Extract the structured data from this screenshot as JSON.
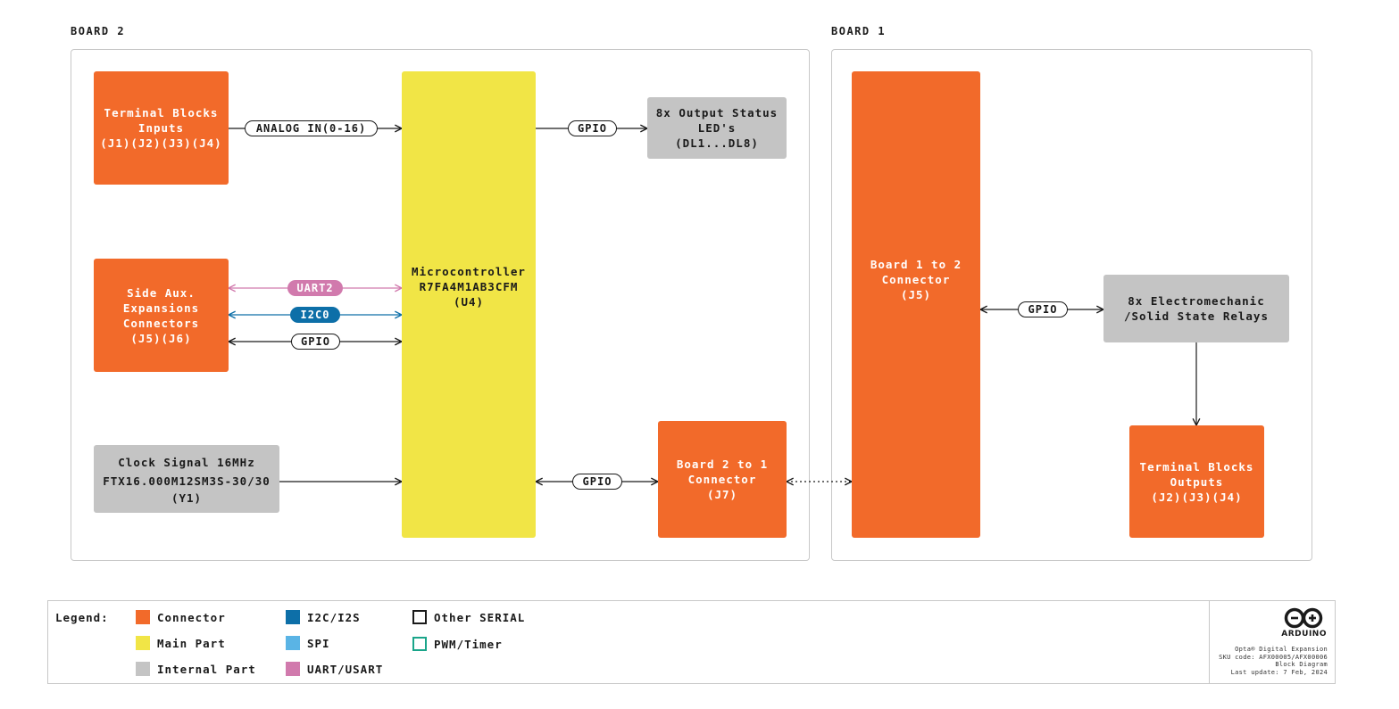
{
  "boards": {
    "board2_title": "BOARD 2",
    "board1_title": "BOARD 1"
  },
  "blocks": {
    "terminal_inputs": [
      "Terminal Blocks",
      "Inputs",
      "(J1)(J2)(J3)(J4)"
    ],
    "microcontroller": [
      "Microcontroller",
      "R7FA4M1AB3CFM",
      "(U4)"
    ],
    "output_status_leds": [
      "8x Output Status",
      "LED's",
      "(DL1...DL8)"
    ],
    "side_aux": [
      "Side Aux.",
      "Expansions",
      "Connectors",
      "(J5)(J6)"
    ],
    "clock_signal": [
      "Clock Signal 16MHz",
      "FTX16.000M12SM3S-30/30",
      "(Y1)"
    ],
    "board2_to_1": [
      "Board 2 to 1",
      "Connector",
      "(J7)"
    ],
    "board1_to_2": [
      "Board 1 to 2",
      "Connector",
      "(J5)"
    ],
    "relays": [
      "8x Electromechanic",
      "/Solid State Relays"
    ],
    "terminal_outputs": [
      "Terminal Blocks",
      "Outputs",
      "(J2)(J3)(J4)"
    ]
  },
  "signals": {
    "analog_in": "ANALOG IN(0-16)",
    "gpio_leds": "GPIO",
    "uart2": "UART2",
    "i2c0": "I2C0",
    "gpio_aux": "GPIO",
    "gpio_board2": "GPIO",
    "gpio_board1": "GPIO"
  },
  "legend": {
    "title": "Legend:",
    "items": [
      {
        "label": "Connector",
        "color": "#f26a2a"
      },
      {
        "label": "Main Part",
        "color": "#f1e546"
      },
      {
        "label": "Internal Part",
        "color": "#c4c4c4"
      },
      {
        "label": "I2C/I2S",
        "color": "#0d6fa8"
      },
      {
        "label": "SPI",
        "color": "#5ab4e5"
      },
      {
        "label": "UART/USART",
        "color": "#d17aad"
      },
      {
        "label": "Other SERIAL",
        "color": "#1a1a1a"
      },
      {
        "label": "PWM/Timer",
        "color": "#1aa58a"
      }
    ]
  },
  "footer": {
    "brand": "ARDUINO",
    "product": "Opta® Digital Expansion",
    "sku": "SKU code: AFX00005/AFX00006",
    "doc_type": "Block Diagram",
    "updated": "Last update: 7 Feb, 2024"
  },
  "colors": {
    "connector": "#f26a2a",
    "main_part": "#f1e546",
    "internal_part": "#c4c4c4",
    "uart": "#d17aad",
    "i2c": "#0d6fa8"
  }
}
